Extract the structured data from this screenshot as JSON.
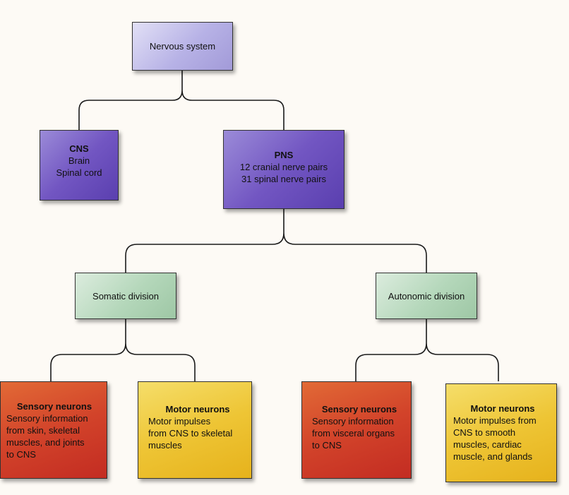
{
  "nodes": {
    "nervous_system": {
      "title": "Nervous system"
    },
    "cns": {
      "title": "CNS",
      "lines": [
        "Brain",
        "Spinal cord"
      ]
    },
    "pns": {
      "title": "PNS",
      "lines": [
        "12 cranial nerve pairs",
        "31 spinal nerve pairs"
      ]
    },
    "somatic": {
      "title": "Somatic division"
    },
    "autonomic": {
      "title": "Autonomic division"
    },
    "somatic_sensory": {
      "title": "Sensory neurons",
      "lines": [
        "Sensory information",
        "from skin, skeletal",
        "muscles, and joints",
        "to CNS"
      ]
    },
    "somatic_motor": {
      "title": "Motor neurons",
      "lines": [
        "Motor impulses",
        "from CNS to skeletal",
        "muscles"
      ]
    },
    "autonomic_sensory": {
      "title": "Sensory neurons",
      "lines": [
        "Sensory information",
        "from visceral organs",
        "to CNS"
      ]
    },
    "autonomic_motor": {
      "title": "Motor neurons",
      "lines": [
        "Motor impulses from",
        "CNS to smooth",
        "muscles, cardiac",
        "muscle, and glands"
      ]
    }
  },
  "colors": {
    "root": "#b7b2e6",
    "cns_pns": "#7256c2",
    "divisions": "#b4d7ba",
    "sensory": "#d2432a",
    "motor": "#eec535"
  }
}
